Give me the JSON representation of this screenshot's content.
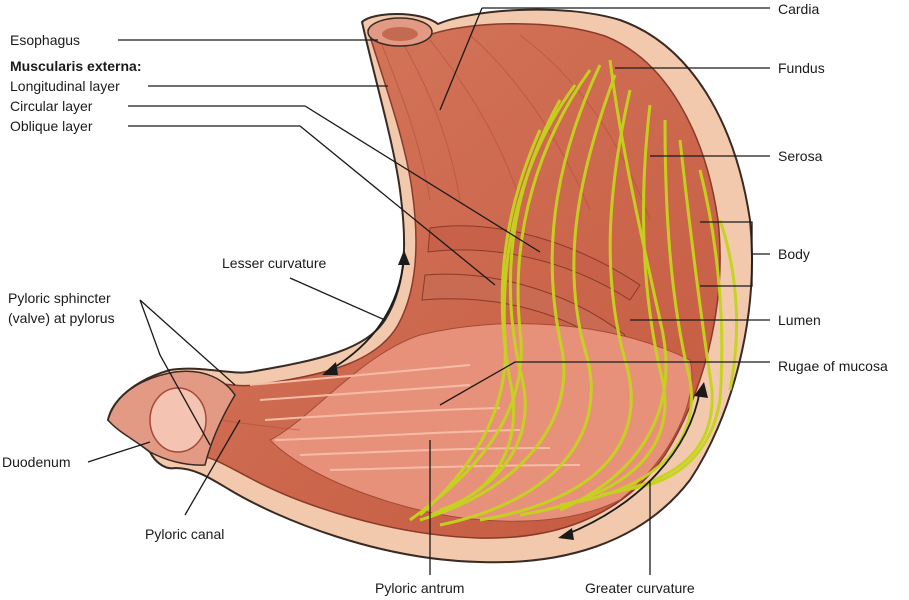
{
  "labels": {
    "esophagus": "Esophagus",
    "muscularis_externa": "Muscularis externa:",
    "longitudinal_layer": "Longitudinal layer",
    "circular_layer": "Circular layer",
    "oblique_layer": "Oblique layer",
    "lesser_curvature": "Lesser curvature",
    "pyloric_sphincter_1": "Pyloric sphincter",
    "pyloric_sphincter_2": "(valve) at pylorus",
    "duodenum": "Duodenum",
    "pyloric_canal": "Pyloric canal",
    "pyloric_antrum": "Pyloric antrum",
    "greater_curvature": "Greater curvature",
    "cardia": "Cardia",
    "fundus": "Fundus",
    "serosa": "Serosa",
    "body": "Body",
    "lumen": "Lumen",
    "rugae_of_mucosa": "Rugae of mucosa"
  },
  "colors": {
    "serosa": "#f2c9ad",
    "muscle": "#d9735a",
    "muscle_dark": "#b8503c",
    "muscle_light": "#e8957c",
    "lumen": "#f0a08a",
    "oblique_fibers": "#c5d41c",
    "outline": "#3a2a24"
  }
}
